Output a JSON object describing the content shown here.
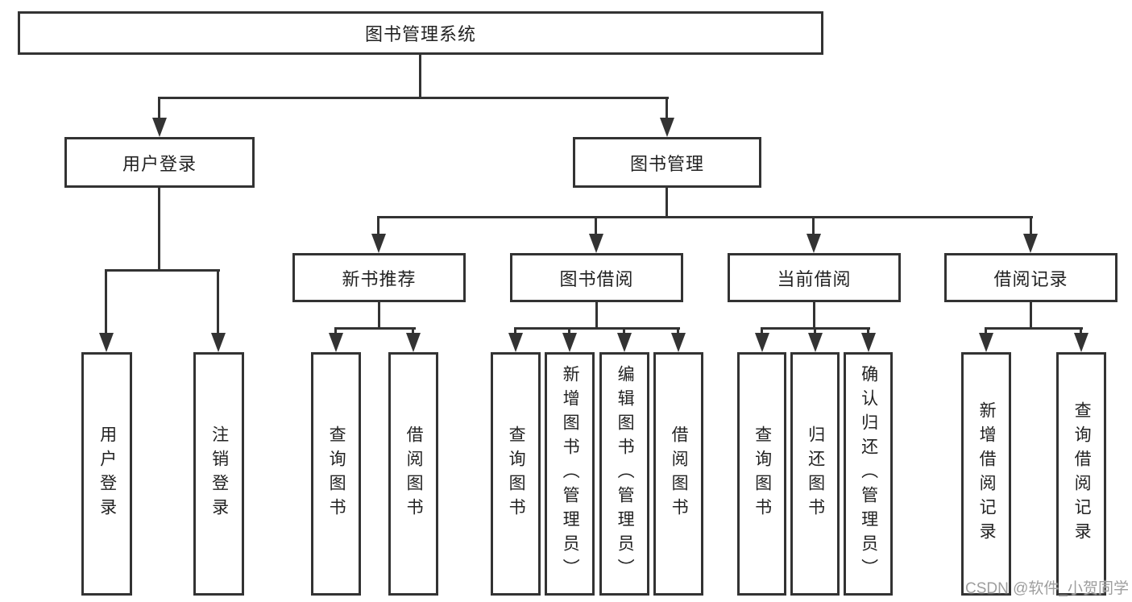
{
  "tree": {
    "root": "图书管理系统",
    "branches": [
      {
        "label": "用户登录",
        "children": [
          "用户登录",
          "注销登录"
        ]
      },
      {
        "label": "图书管理",
        "sections": [
          {
            "label": "新书推荐",
            "children": [
              "查询图书",
              "借阅图书"
            ]
          },
          {
            "label": "图书借阅",
            "children": [
              "查询图书",
              "新增图书（管理员）",
              "编辑图书（管理员）",
              "借阅图书"
            ]
          },
          {
            "label": "当前借阅",
            "children": [
              "查询图书",
              "归还图书",
              "确认归还（管理员）"
            ]
          },
          {
            "label": "借阅记录",
            "children": [
              "新增借阅记录",
              "查询借阅记录"
            ]
          }
        ]
      }
    ]
  },
  "watermark": "CSDN @软件_小贺同学",
  "colors": {
    "line": "#333333",
    "text": "#222222",
    "background": "#ffffff",
    "watermark": "#9e9e9e"
  }
}
